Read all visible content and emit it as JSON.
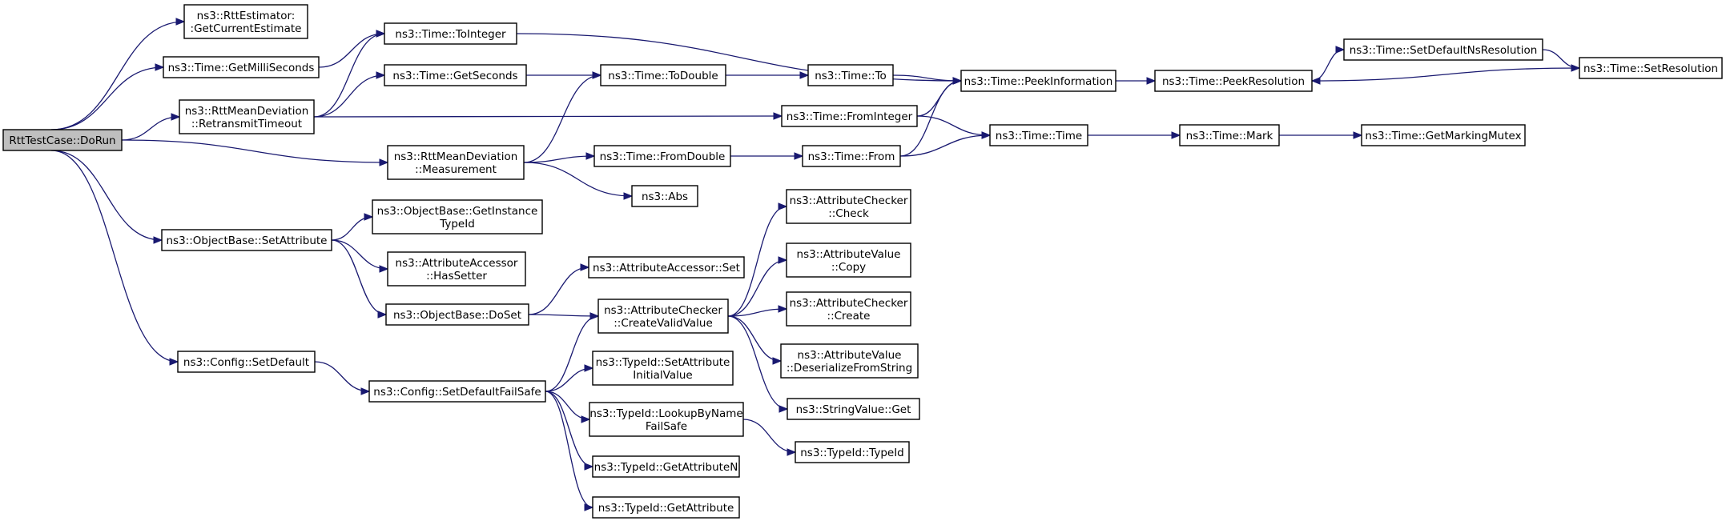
{
  "colors": {
    "edge": "#191970",
    "node_border": "#000000",
    "root_fill": "#bfbfbf",
    "node_fill": "#ffffff"
  },
  "nodes": [
    {
      "id": "rtt_dorun",
      "lines": [
        "RttTestCase::DoRun"
      ],
      "root": true
    },
    {
      "id": "rtt_getcur",
      "lines": [
        "ns3::RttEstimator:",
        ":GetCurrentEstimate"
      ]
    },
    {
      "id": "getmilli",
      "lines": [
        "ns3::Time::GetMilliSeconds"
      ]
    },
    {
      "id": "retransmit",
      "lines": [
        "ns3::RttMeanDeviation",
        "::RetransmitTimeout"
      ]
    },
    {
      "id": "measurement",
      "lines": [
        "ns3::RttMeanDeviation",
        "::Measurement"
      ]
    },
    {
      "id": "setattribute",
      "lines": [
        "ns3::ObjectBase::SetAttribute"
      ]
    },
    {
      "id": "config_setdefault",
      "lines": [
        "ns3::Config::SetDefault"
      ]
    },
    {
      "id": "tointeger",
      "lines": [
        "ns3::Time::ToInteger"
      ]
    },
    {
      "id": "getseconds",
      "lines": [
        "ns3::Time::GetSeconds"
      ]
    },
    {
      "id": "todouble",
      "lines": [
        "ns3::Time::ToDouble"
      ]
    },
    {
      "id": "to",
      "lines": [
        "ns3::Time::To"
      ]
    },
    {
      "id": "peekinfo",
      "lines": [
        "ns3::Time::PeekInformation"
      ]
    },
    {
      "id": "peekres",
      "lines": [
        "ns3::Time::PeekResolution"
      ]
    },
    {
      "id": "setdefaultns",
      "lines": [
        "ns3::Time::SetDefaultNsResolution"
      ]
    },
    {
      "id": "setres",
      "lines": [
        "ns3::Time::SetResolution"
      ]
    },
    {
      "id": "frominteger",
      "lines": [
        "ns3::Time::FromInteger"
      ]
    },
    {
      "id": "time_time",
      "lines": [
        "ns3::Time::Time"
      ]
    },
    {
      "id": "mark",
      "lines": [
        "ns3::Time::Mark"
      ]
    },
    {
      "id": "getmarking",
      "lines": [
        "ns3::Time::GetMarkingMutex"
      ]
    },
    {
      "id": "fromdouble",
      "lines": [
        "ns3::Time::FromDouble"
      ]
    },
    {
      "id": "from",
      "lines": [
        "ns3::Time::From"
      ]
    },
    {
      "id": "abs",
      "lines": [
        "ns3::Abs"
      ]
    },
    {
      "id": "getinstance",
      "lines": [
        "ns3::ObjectBase::GetInstance",
        "TypeId"
      ]
    },
    {
      "id": "hassetter",
      "lines": [
        "ns3::AttributeAccessor",
        "::HasSetter"
      ]
    },
    {
      "id": "doset",
      "lines": [
        "ns3::ObjectBase::DoSet"
      ]
    },
    {
      "id": "accessor_set",
      "lines": [
        "ns3::AttributeAccessor::Set"
      ]
    },
    {
      "id": "createvalid",
      "lines": [
        "ns3::AttributeChecker",
        "::CreateValidValue"
      ]
    },
    {
      "id": "checker_check",
      "lines": [
        "ns3::AttributeChecker",
        "::Check"
      ]
    },
    {
      "id": "value_copy",
      "lines": [
        "ns3::AttributeValue",
        "::Copy"
      ]
    },
    {
      "id": "checker_create",
      "lines": [
        "ns3::AttributeChecker",
        "::Create"
      ]
    },
    {
      "id": "deserialize",
      "lines": [
        "ns3::AttributeValue",
        "::DeserializeFromString"
      ]
    },
    {
      "id": "stringvalue_get",
      "lines": [
        "ns3::StringValue::Get"
      ]
    },
    {
      "id": "setdefaultfailsafe",
      "lines": [
        "ns3::Config::SetDefaultFailSafe"
      ]
    },
    {
      "id": "setattrinit",
      "lines": [
        "ns3::TypeId::SetAttribute",
        "InitialValue"
      ]
    },
    {
      "id": "lookupbyname",
      "lines": [
        "ns3::TypeId::LookupByName",
        "FailSafe"
      ]
    },
    {
      "id": "typeid_typeid",
      "lines": [
        "ns3::TypeId::TypeId"
      ]
    },
    {
      "id": "getattributen",
      "lines": [
        "ns3::TypeId::GetAttributeN"
      ]
    },
    {
      "id": "getattribute",
      "lines": [
        "ns3::TypeId::GetAttribute"
      ]
    }
  ],
  "edges": [
    [
      "rtt_dorun",
      "rtt_getcur"
    ],
    [
      "rtt_dorun",
      "getmilli"
    ],
    [
      "rtt_dorun",
      "retransmit"
    ],
    [
      "rtt_dorun",
      "measurement"
    ],
    [
      "rtt_dorun",
      "setattribute"
    ],
    [
      "rtt_dorun",
      "config_setdefault"
    ],
    [
      "getmilli",
      "tointeger"
    ],
    [
      "retransmit",
      "tointeger"
    ],
    [
      "retransmit",
      "getseconds"
    ],
    [
      "retransmit",
      "frominteger"
    ],
    [
      "tointeger",
      "peekinfo"
    ],
    [
      "getseconds",
      "todouble"
    ],
    [
      "todouble",
      "to"
    ],
    [
      "to",
      "peekinfo"
    ],
    [
      "peekinfo",
      "peekres"
    ],
    [
      "peekres",
      "setdefaultns"
    ],
    [
      "setdefaultns",
      "setres"
    ],
    [
      "setres",
      "peekres"
    ],
    [
      "frominteger",
      "peekinfo"
    ],
    [
      "frominteger",
      "time_time"
    ],
    [
      "time_time",
      "mark"
    ],
    [
      "mark",
      "getmarking"
    ],
    [
      "measurement",
      "todouble"
    ],
    [
      "measurement",
      "fromdouble"
    ],
    [
      "measurement",
      "abs"
    ],
    [
      "fromdouble",
      "from"
    ],
    [
      "from",
      "peekinfo"
    ],
    [
      "from",
      "time_time"
    ],
    [
      "setattribute",
      "getinstance"
    ],
    [
      "setattribute",
      "hassetter"
    ],
    [
      "setattribute",
      "doset"
    ],
    [
      "doset",
      "accessor_set"
    ],
    [
      "doset",
      "createvalid"
    ],
    [
      "createvalid",
      "checker_check"
    ],
    [
      "createvalid",
      "value_copy"
    ],
    [
      "createvalid",
      "checker_create"
    ],
    [
      "createvalid",
      "deserialize"
    ],
    [
      "createvalid",
      "stringvalue_get"
    ],
    [
      "config_setdefault",
      "setdefaultfailsafe"
    ],
    [
      "setdefaultfailsafe",
      "createvalid"
    ],
    [
      "setdefaultfailsafe",
      "setattrinit"
    ],
    [
      "setdefaultfailsafe",
      "lookupbyname"
    ],
    [
      "setdefaultfailsafe",
      "getattributen"
    ],
    [
      "setdefaultfailsafe",
      "getattribute"
    ],
    [
      "lookupbyname",
      "typeid_typeid"
    ]
  ]
}
